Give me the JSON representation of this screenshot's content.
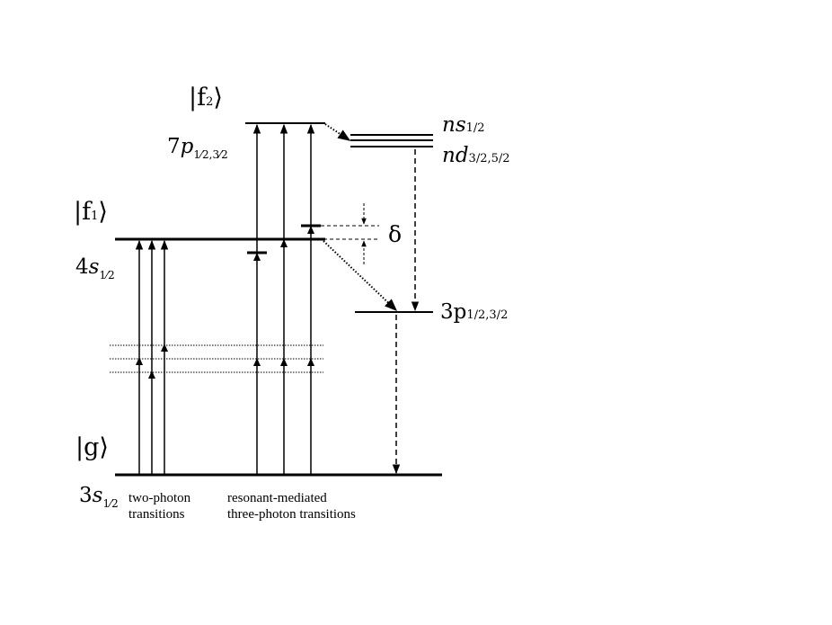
{
  "diagram": {
    "labels": {
      "ket_g": "g",
      "ket_f1": "f",
      "ket_f1_sub": "1",
      "ket_f2": "f",
      "ket_f2_sub": "2",
      "state_3s": "3",
      "state_3s_letter": "s",
      "state_3s_frac": "1⁄2",
      "state_4s": "4",
      "state_4s_letter": "s",
      "state_4s_frac": "1⁄2",
      "state_7p": "7",
      "state_7p_letter": "p",
      "state_7p_frac": "1⁄2,3⁄2",
      "state_ns": "ns",
      "state_ns_sub": "1/2",
      "state_nd": "nd",
      "state_nd_sub": "3/2,5/2",
      "state_3p": "3p",
      "state_3p_sub": "1/2,3/2",
      "delta": "δ"
    },
    "captions": {
      "two_photon_line1": "two-photon",
      "two_photon_line2": "transitions",
      "three_photon_line1": "resonant-mediated",
      "three_photon_line2": "three-photon transitions"
    }
  }
}
